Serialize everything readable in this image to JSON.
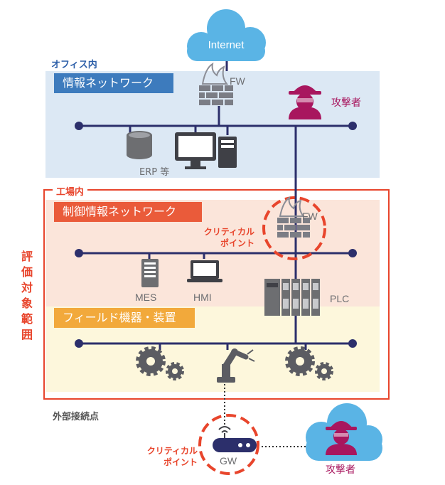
{
  "internet": {
    "label": "Internet"
  },
  "office": {
    "zone_label": "オフィス内",
    "network_label": "情報ネットワーク",
    "fw_label": "FW",
    "attacker_label": "攻撃者",
    "erp_label": "ERP 等"
  },
  "factory": {
    "zone_label": "工場内",
    "control_network_label": "制御情報ネットワーク",
    "fw_label": "FW",
    "critical_point": [
      "クリティカル",
      "ポイント"
    ],
    "mes_label": "MES",
    "hmi_label": "HMI",
    "plc_label": "PLC",
    "field_label": "フィールド機器・装置"
  },
  "scope_label": [
    "評",
    "価",
    "対",
    "象",
    "範",
    "囲"
  ],
  "external": {
    "zone_label": "外部接続点",
    "critical_point": [
      "クリティカル",
      "ポイント"
    ],
    "gw_label": "GW",
    "attacker_label": "攻撃者"
  },
  "colors": {
    "office_bg": "#dce8f4",
    "office_tag": "#3d7bbd",
    "control_bg": "#fbe5da",
    "control_tag": "#ea5b3a",
    "field_bg": "#fdf7dc",
    "field_tag": "#f2a93b",
    "scope_border": "#e8452c",
    "navy": "#2c2f6b",
    "attacker": "#a8165e",
    "cloud": "#5ab4e5"
  }
}
